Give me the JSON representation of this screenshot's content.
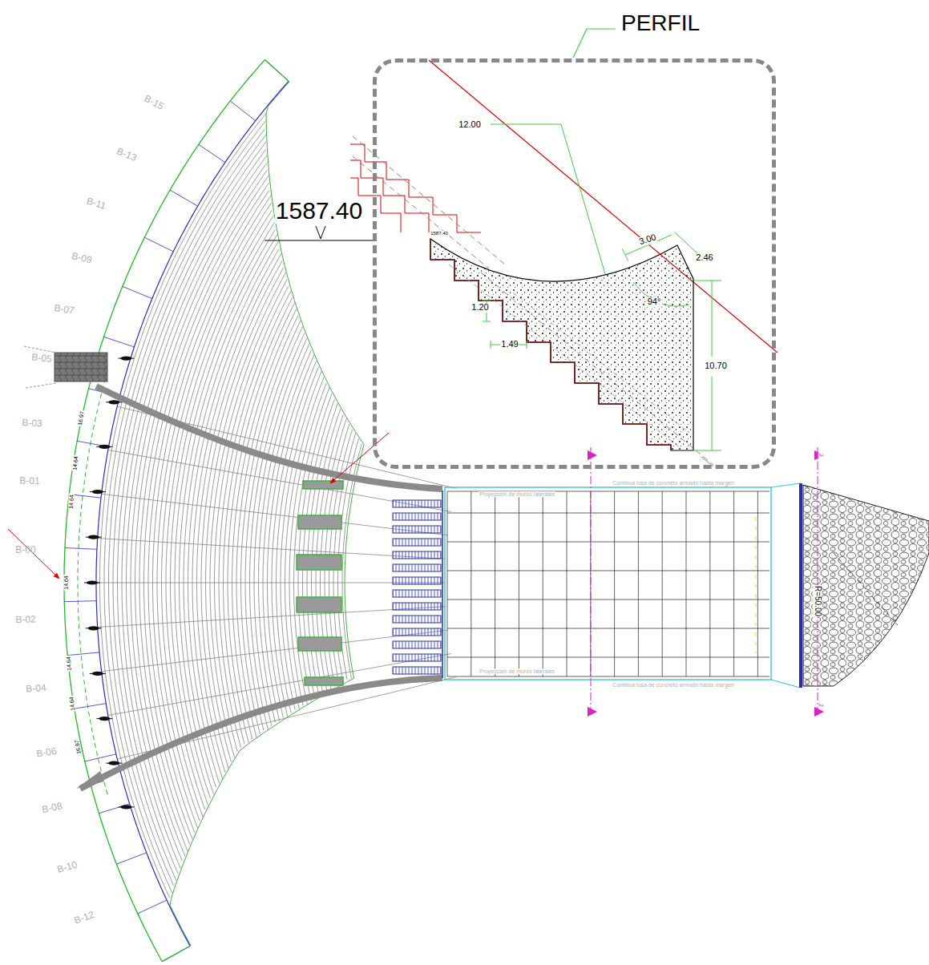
{
  "diagram": {
    "nodes": [
      {
        "text": [
          "PERFIL"
        ]
      }
    ],
    "labels": [
      "1587.40",
      "12.00",
      "1587.40",
      "3.00",
      "2.46",
      "94°",
      "1.20",
      "1.49",
      "10.70",
      "B-15",
      "B-13",
      "B-11",
      "B-09",
      "B-07",
      "B-05",
      "B-03",
      "B-01",
      "B-00",
      "B-02",
      "B-04",
      "B-06",
      "B-08",
      "B-10",
      "B-12",
      "16.97",
      "14.64",
      "14.64",
      "14.64",
      "14.64",
      "14.64",
      "16.97",
      "Continua losa de concreto armado hasta margen",
      "Proyección de muros laterales",
      "Proyección de muros laterales",
      "Continua losa de concreto armado hasta margen",
      "R=50.00",
      "2",
      "2"
    ]
  }
}
